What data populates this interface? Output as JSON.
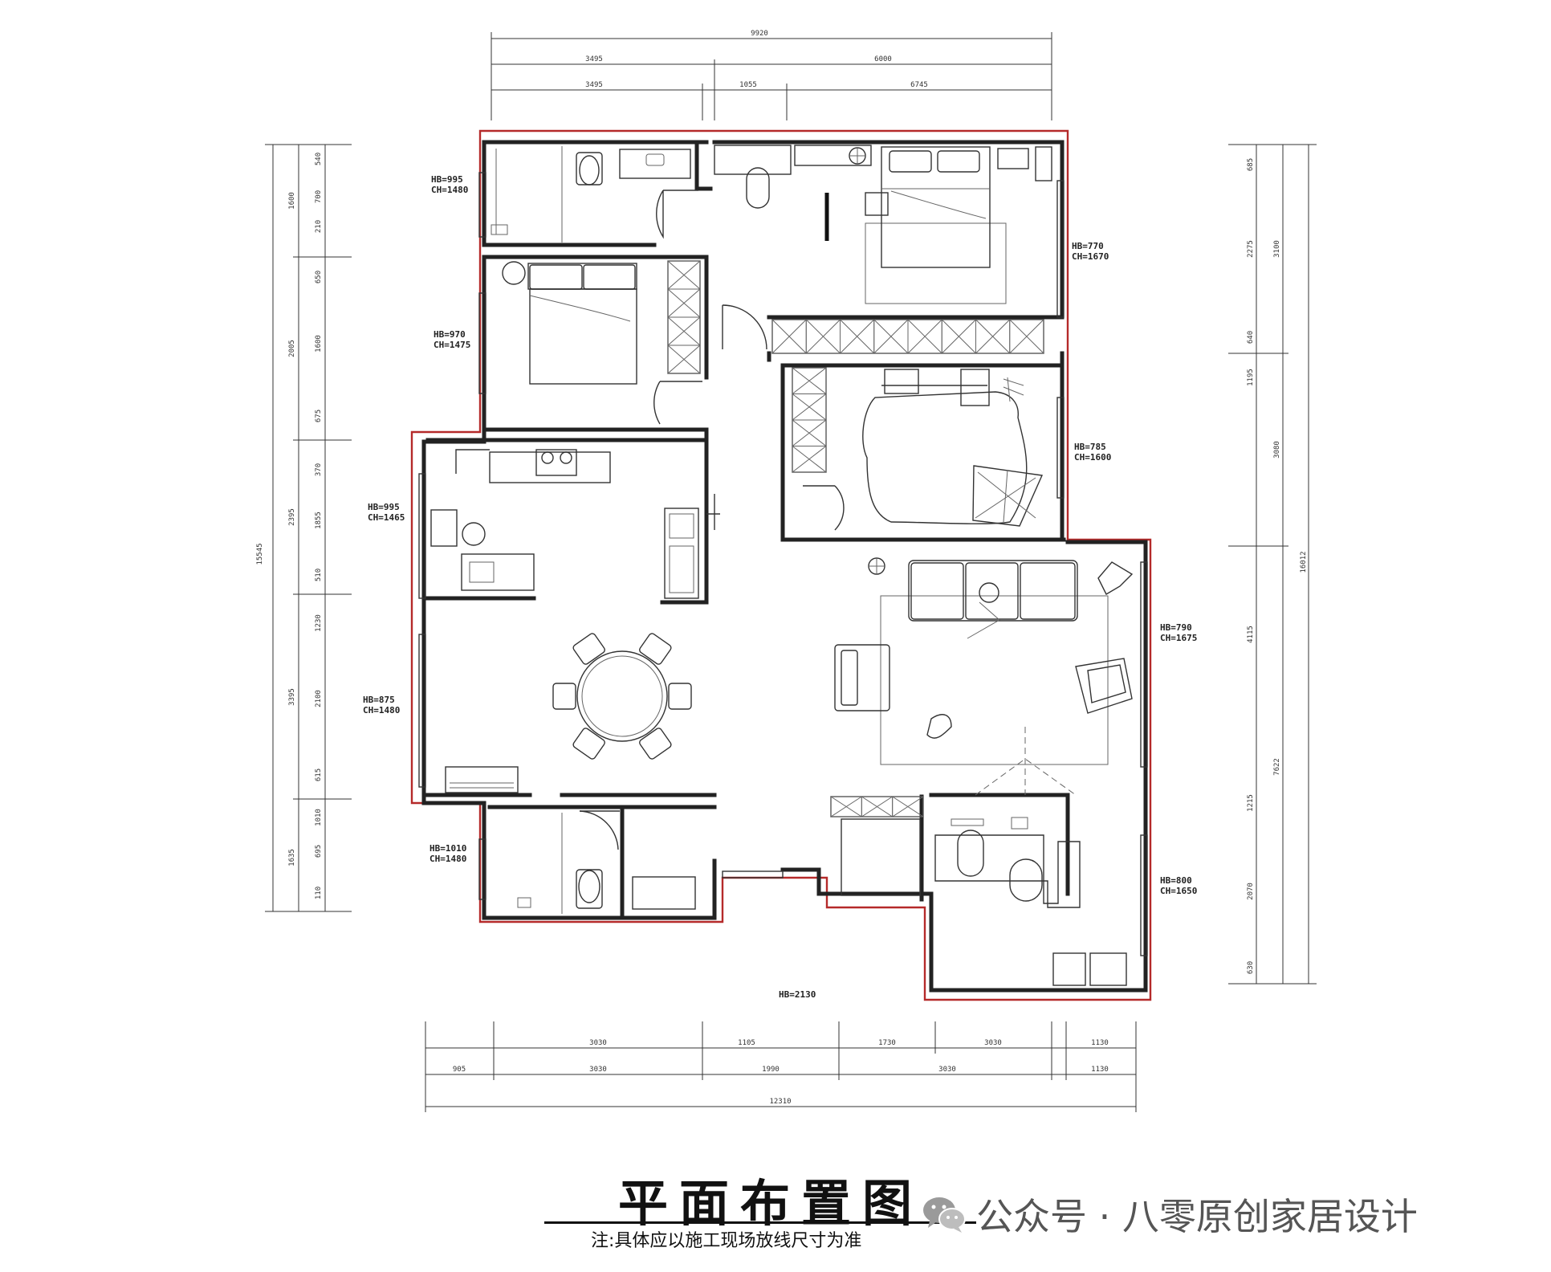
{
  "title": "平面布置图",
  "note": "注:具体应以施工现场放线尺寸为准",
  "watermark": {
    "text": "公众号 · 八零原创家居设计",
    "icon": "wechat-icon"
  },
  "colors": {
    "boundary": "#b52a2a",
    "wall": "#222222",
    "furniture": "#333333"
  },
  "top_dims": {
    "overall": "9920",
    "row1": [
      "3495",
      "6000"
    ],
    "row2": [
      "3495",
      "1055",
      "6745"
    ]
  },
  "bottom_dims": {
    "row1": [
      "3030",
      "1105",
      "1730",
      "3030",
      "1130"
    ],
    "row2": [
      "905",
      "3030",
      "1990",
      "3030",
      "1130"
    ],
    "overall": "12310"
  },
  "left_dims": {
    "total": "15545",
    "segments": [
      "1600",
      "2005",
      "2395",
      "3395",
      "1635"
    ],
    "inner": [
      "540",
      "700",
      "210",
      "650",
      "1600",
      "675",
      "370",
      "1855",
      "510",
      "1230",
      "2100",
      "615",
      "1010",
      "695",
      "110"
    ]
  },
  "right_dims": {
    "total": "16012",
    "segments": [
      "3100",
      "3080",
      "7622"
    ],
    "inner": [
      "685",
      "2275",
      "640",
      "1195",
      "4115",
      "1215",
      "2070",
      "630"
    ]
  },
  "window_labels": [
    "HB=995\nCH=1480",
    "HB=970\nCH=1475",
    "HB=770\nCH=1670",
    "HB=785\nCH=1600",
    "HB=995\nCH=1465",
    "HB=875\nCH=1480",
    "HB=790\nCH=1675",
    "HB=1010\nCH=1480",
    "HB=800\nCH=1650",
    "HB=2130"
  ]
}
